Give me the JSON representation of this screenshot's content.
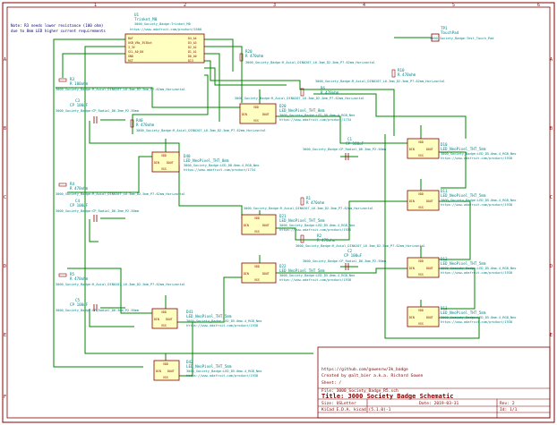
{
  "colors": {
    "wire": "#008400",
    "component": "#840000",
    "component_fill": "#ffffc2",
    "text": "#008484",
    "note": "#000084"
  },
  "notes": [
    "Note: R3 needs lower resistance (100 ohm)",
    "due to 8mm LED higher current requirements"
  ],
  "border": {
    "columns": [
      "1",
      "2",
      "3",
      "4",
      "5",
      "6"
    ],
    "rows": [
      "A",
      "B",
      "C",
      "D",
      "E",
      "F"
    ]
  },
  "components": {
    "u1": {
      "ref": "U1",
      "value": "Trinket_M0",
      "footprint": "3000_Society_Badge:Trinket_M0",
      "url": "https://www.adafruit.com/product/3500",
      "pins_left": [
        "BAT",
        "USB_VBs_3V3Out",
        "3_3V",
        "SCL_A0_D0",
        "GND",
        "RST"
      ],
      "pins_right": [
        "D4_A4",
        "D3_A3",
        "D2_A2",
        "D1_A1",
        "D0_A0",
        "D13"
      ]
    },
    "tp1": {
      "ref": "TP1",
      "value": "TouchPad",
      "footprint": "3000_Society_Badge:Test_Touch_Pad"
    },
    "r3": {
      "ref": "R3",
      "value": "R 100ohm",
      "footprint": "3000_Society_Badge:R_Axial_DIN0207_L6.3mm_D2.5mm_P7.62mm_Horizontal"
    },
    "r4": {
      "ref": "R4",
      "value": "R 470ohm",
      "footprint": "3000_Society_Badge:R_Axial_DIN0207_L6.3mm_D2.5mm_P7.62mm_Horizontal"
    },
    "r5": {
      "ref": "R5",
      "value": "R 470ohm",
      "footprint": "3000_Society_Badge:R_Axial_DIN0207_L6.3mm_D2.5mm_P7.62mm_Horizontal"
    },
    "r6": {
      "ref": "R6",
      "value": "R 470ohm",
      "footprint": "3000_Society_Badge:R_Axial_DIN0207_L6.3mm_D2.5mm_P7.62mm_Horizontal"
    },
    "r10": {
      "ref": "R10",
      "value": "R 470ohm",
      "footprint": "3000_Society_Badge:R_Axial_DIN0207_L6.3mm_D2.5mm_P7.62mm_Horizontal"
    },
    "r20": {
      "ref": "R20",
      "value": "R 470ohm",
      "footprint": "3000_Society_Badge:R_Axial_DIN0207_L6.3mm_D2.5mm_P7.62mm_Horizontal"
    },
    "r1": {
      "ref": "R1",
      "value": "R 470ohm",
      "footprint": "3000_Society_Badge:R_Axial_DIN0207_L6.3mm_D2.5mm_P7.62mm_Horizontal"
    },
    "r2": {
      "ref": "R2",
      "value": "R 470ohm",
      "footprint": "3000_Society_Badge:R_Axial_DIN0207_L6.3mm_D2.5mm_P7.62mm_Horizontal"
    },
    "r40": {
      "ref": "R40",
      "value": "R 470ohm",
      "footprint": "3000_Society_Badge:R_Axial_DIN0207_L6.3mm_D2.5mm_P7.62mm_Horizontal"
    },
    "c1": {
      "ref": "C1",
      "value": "CP 100uF",
      "footprint": "3000_Society_Badge:CP_Radial_D6.3mm_P2.50mm"
    },
    "c2": {
      "ref": "C2",
      "value": "CP 100uF",
      "footprint": "3000_Society_Badge:CP_Radial_D6.3mm_P2.50mm"
    },
    "c3": {
      "ref": "C3",
      "value": "CP 100uF",
      "footprint": "3000_Society_Badge:CP_Radial_D6.3mm_P2.50mm"
    },
    "c4": {
      "ref": "C4",
      "value": "CP 100uF",
      "footprint": "3000_Society_Badge:CP_Radial_D6.3mm_P2.50mm"
    },
    "c5": {
      "ref": "C5",
      "value": "CP 100uF",
      "footprint": "3000_Society_Badge:CP_Radial_D6.3mm_P2.50mm"
    },
    "d20": {
      "ref": "D20",
      "value": "LED_NeoPixel_THT_8mm",
      "footprint": "3000_Society_Badge:LED_D8.0mm-4_RGB_Neo",
      "url": "https://www.adafruit.com/product/1734"
    },
    "d40": {
      "ref": "D40",
      "value": "LED_NeoPixel_THT_8mm",
      "footprint": "3000_Society_Badge:LED_D8.0mm-4_RGB_Neo",
      "url": "https://www.adafruit.com/product/1734"
    },
    "d21": {
      "ref": "D21",
      "value": "LED_NeoPixel_THT_5mm",
      "footprint": "3000_Society_Badge:LED_D5.0mm-4_RGB_Neo",
      "url": "https://www.adafruit.com/product/1938"
    },
    "d22": {
      "ref": "D22",
      "value": "LED_NeoPixel_THT_5mm",
      "footprint": "3000_Society_Badge:LED_D5.0mm-4_RGB_Neo",
      "url": "https://www.adafruit.com/product/1938"
    },
    "d41": {
      "ref": "D41",
      "value": "LED_NeoPixel_THT_5mm",
      "footprint": "3000_Society_Badge:LED_D5.0mm-4_RGB_Neo",
      "url": "https://www.adafruit.com/product/1938"
    },
    "d42": {
      "ref": "D42",
      "value": "LED_NeoPixel_THT_5mm",
      "footprint": "3000_Society_Badge:LED_D5.0mm-4_RGB_Neo",
      "url": "https://www.adafruit.com/product/1938"
    },
    "d10": {
      "ref": "D10",
      "value": "LED_NeoPixel_THT_5mm",
      "footprint": "3000_Society_Badge:LED_D5.0mm-4_RGB_Neo",
      "url": "https://www.adafruit.com/product/1938"
    },
    "d11": {
      "ref": "D11",
      "value": "LED_NeoPixel_THT_5mm",
      "footprint": "3000_Society_Badge:LED_D5.0mm-4_RGB_Neo",
      "url": "https://www.adafruit.com/product/1938"
    },
    "d12": {
      "ref": "D12",
      "value": "LED_NeoPixel_THT_5mm",
      "footprint": "3000_Society_Badge:LED_D5.0mm-4_RGB_Neo",
      "url": "https://www.adafruit.com/product/1938"
    },
    "d13": {
      "ref": "D13",
      "value": "LED_NeoPixel_THT_5mm",
      "footprint": "3000_Society_Badge:LED_D5.0mm-4_RGB_Neo",
      "url": "https://www.adafruit.com/product/1938"
    }
  },
  "neopixel_pins": {
    "vdd": "VDD",
    "din": "DIN",
    "dout": "DOUT",
    "vss": "VSS"
  },
  "title_block": {
    "url": "https://github.com/gowenrw/3k_badge",
    "created_by": "Created by @alt_bier a.k.a. Richard Gowen",
    "sheet": "Sheet: /",
    "file": "File: 3000_Society_Badge_R5.sch",
    "title": "Title: 3000 Society Badge Schematic",
    "size": "Size: USLetter",
    "date": "Date: 2019-03-31",
    "rev": "Rev: 2",
    "kicad": "KiCad E.D.A.  kicad (5.1.0)-1",
    "id": "Id: 1/1"
  }
}
